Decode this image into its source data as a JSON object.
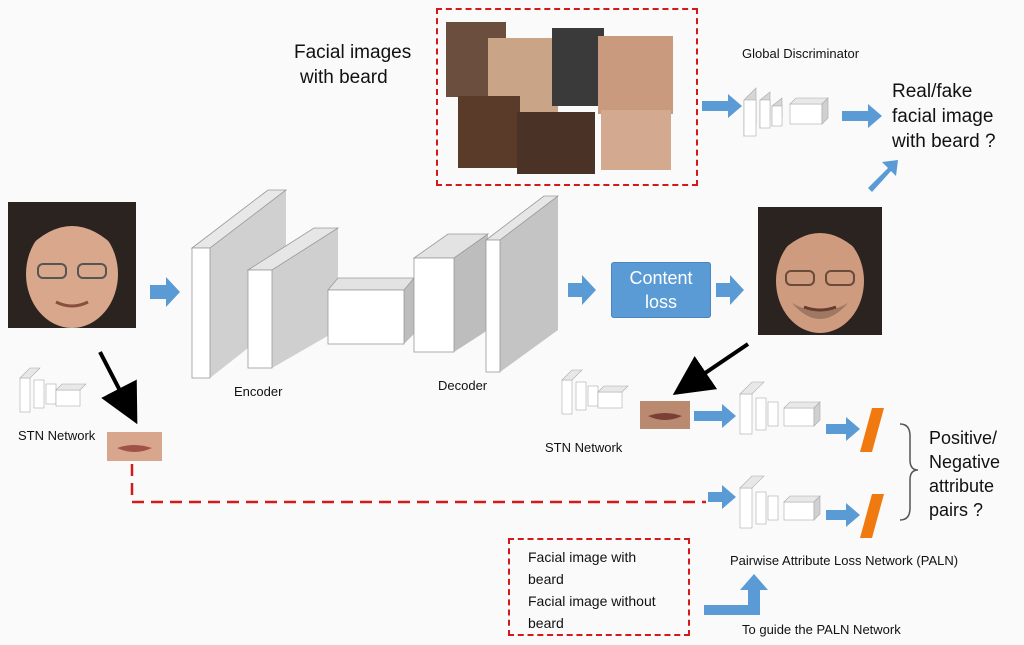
{
  "labels": {
    "facial_images_beard": [
      "Facial images",
      "with beard"
    ],
    "global_discriminator": "Global Discriminator",
    "real_fake": [
      "Real/fake",
      "facial image",
      "with beard ?"
    ],
    "content_loss": [
      "Content",
      "loss"
    ],
    "encoder": "Encoder",
    "decoder": "Decoder",
    "stn_left": "STN Network",
    "stn_right": "STN Network",
    "positive_negative": [
      "Positive/",
      "Negative",
      "attribute",
      "pairs ?"
    ],
    "paln": "Pairwise Attribute Loss Network (PALN)",
    "legend_lines": [
      "Facial image with",
      "beard",
      "Facial image without",
      "beard"
    ],
    "guide": "To guide the PALN Network"
  },
  "colors": {
    "arrow_blue": "#5b9bd5",
    "dash_red": "#d21a1a",
    "diamond_orange": "#f07a10",
    "block_face": "#ffffff",
    "block_side": "#bdbdbd"
  }
}
